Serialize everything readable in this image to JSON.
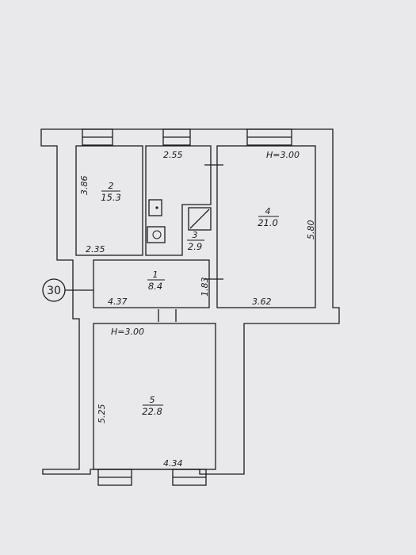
{
  "axis_marker": "30",
  "rooms": [
    {
      "number": "1",
      "area": "8.4"
    },
    {
      "number": "2",
      "area": "15.3"
    },
    {
      "number": "3",
      "area": "2.9"
    },
    {
      "number": "4",
      "area": "21.0"
    },
    {
      "number": "5",
      "area": "22.8"
    }
  ],
  "dimensions": {
    "room1_width": "4.37",
    "room1_depth": "1.83",
    "room2_width": "2.35",
    "room2_depth": "3.86",
    "room3_width": "2.55",
    "room4_width": "3.62",
    "room4_depth": "5.80",
    "room5_width": "4.34",
    "room5_depth": "5.25"
  },
  "heights": {
    "upper": "H=3.00",
    "lower": "H=3.00"
  },
  "colors": {
    "paper": "#e9e9eb",
    "ink": "#1c1c1c"
  }
}
